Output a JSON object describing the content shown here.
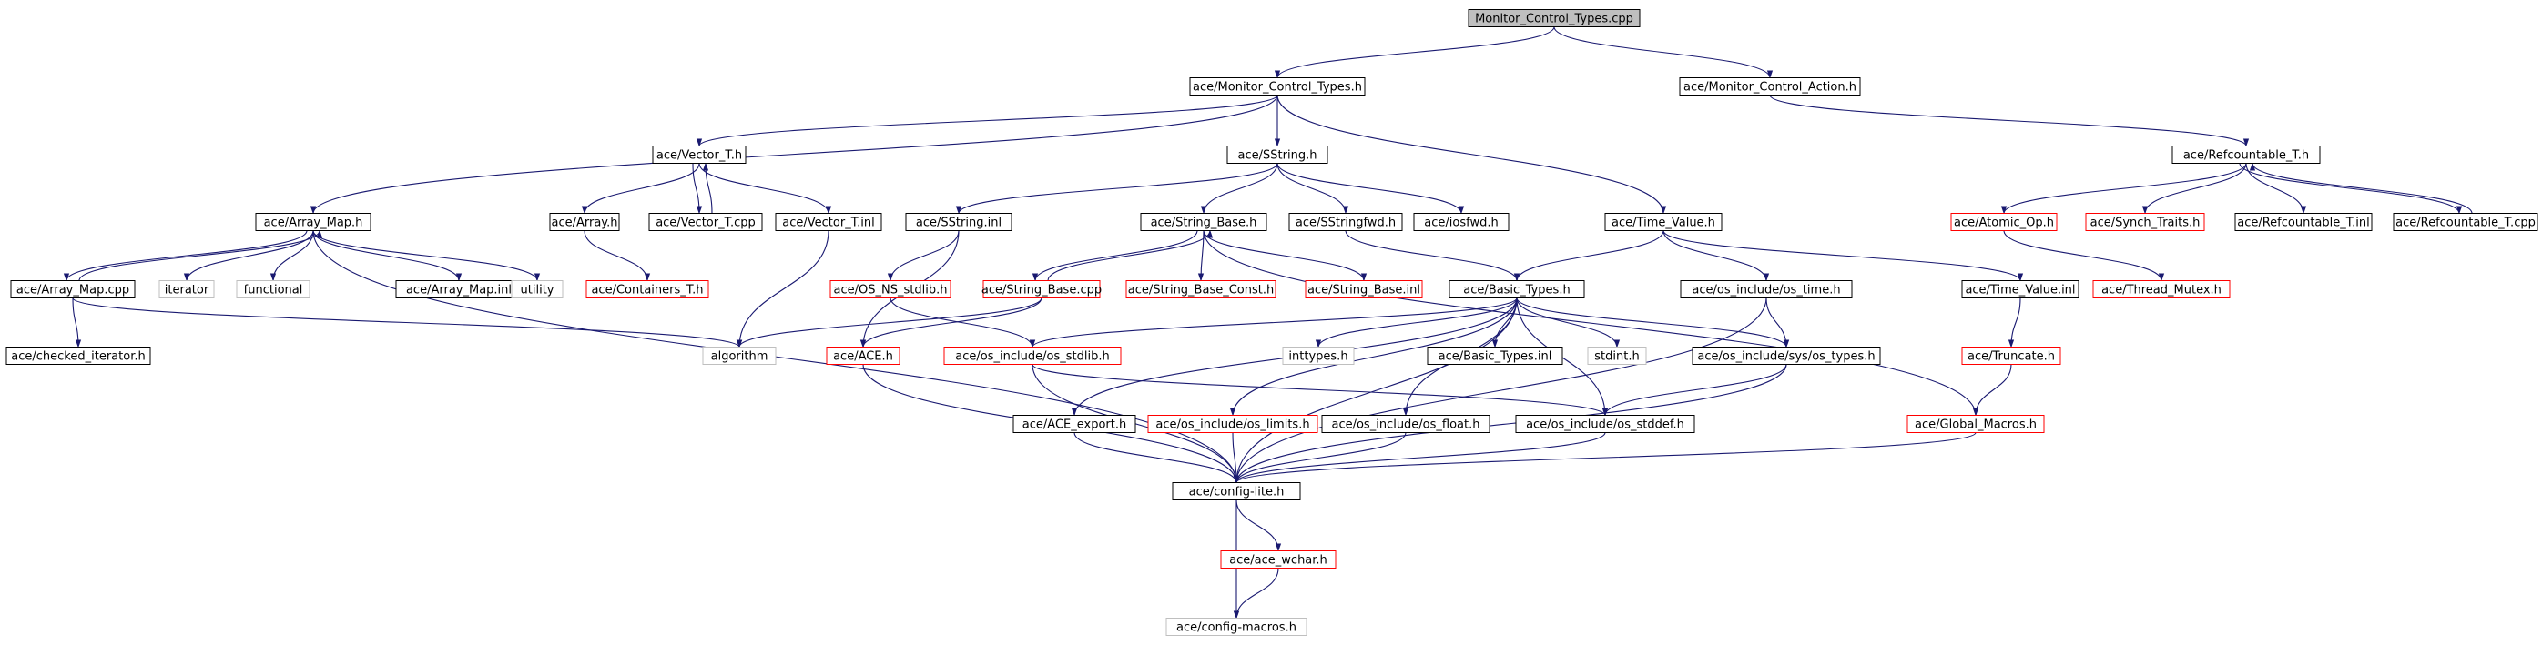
{
  "diagram": {
    "colors": {
      "root_fill": "#bfbfbf",
      "edge": "#191970",
      "normal_border": "#000000",
      "truncated_border": "#ff0000",
      "external_border": "#bfbfbf"
    },
    "nodes": [
      {
        "id": "root",
        "label": "Monitor_Control_Types.cpp",
        "style": "root"
      },
      {
        "id": "mct_h",
        "label": "ace/Monitor_Control_Types.h",
        "style": "normal"
      },
      {
        "id": "mca_h",
        "label": "ace/Monitor_Control_Action.h",
        "style": "normal"
      },
      {
        "id": "vector_h",
        "label": "ace/Vector_T.h",
        "style": "normal"
      },
      {
        "id": "sstring_h",
        "label": "ace/SString.h",
        "style": "normal"
      },
      {
        "id": "refcount_h",
        "label": "ace/Refcountable_T.h",
        "style": "normal"
      },
      {
        "id": "arraymap_h",
        "label": "ace/Array_Map.h",
        "style": "normal"
      },
      {
        "id": "array_h",
        "label": "ace/Array.h",
        "style": "normal"
      },
      {
        "id": "vector_cpp",
        "label": "ace/Vector_T.cpp",
        "style": "normal"
      },
      {
        "id": "vector_inl",
        "label": "ace/Vector_T.inl",
        "style": "normal"
      },
      {
        "id": "sstring_inl",
        "label": "ace/SString.inl",
        "style": "normal"
      },
      {
        "id": "stringbase_h",
        "label": "ace/String_Base.h",
        "style": "normal"
      },
      {
        "id": "sstringfwd_h",
        "label": "ace/SStringfwd.h",
        "style": "normal"
      },
      {
        "id": "iosfwd_h",
        "label": "ace/iosfwd.h",
        "style": "normal"
      },
      {
        "id": "timevalue_h",
        "label": "ace/Time_Value.h",
        "style": "normal"
      },
      {
        "id": "atomicop_h",
        "label": "ace/Atomic_Op.h",
        "style": "truncated"
      },
      {
        "id": "synchtraits_h",
        "label": "ace/Synch_Traits.h",
        "style": "truncated"
      },
      {
        "id": "refcount_inl",
        "label": "ace/Refcountable_T.inl",
        "style": "normal"
      },
      {
        "id": "refcount_cpp",
        "label": "ace/Refcountable_T.cpp",
        "style": "normal"
      },
      {
        "id": "arraymap_cpp",
        "label": "ace/Array_Map.cpp",
        "style": "normal"
      },
      {
        "id": "iterator",
        "label": "iterator",
        "style": "external"
      },
      {
        "id": "functional",
        "label": "functional",
        "style": "external"
      },
      {
        "id": "arraymap_inl",
        "label": "ace/Array_Map.inl",
        "style": "normal"
      },
      {
        "id": "utility",
        "label": "utility",
        "style": "external"
      },
      {
        "id": "containers_h",
        "label": "ace/Containers_T.h",
        "style": "truncated"
      },
      {
        "id": "osns_stdlib_h",
        "label": "ace/OS_NS_stdlib.h",
        "style": "truncated"
      },
      {
        "id": "stringbase_cpp",
        "label": "ace/String_Base.cpp",
        "style": "truncated"
      },
      {
        "id": "stringbaseconst_h",
        "label": "ace/String_Base_Const.h",
        "style": "truncated"
      },
      {
        "id": "stringbase_inl",
        "label": "ace/String_Base.inl",
        "style": "truncated"
      },
      {
        "id": "basictypes_h",
        "label": "ace/Basic_Types.h",
        "style": "normal"
      },
      {
        "id": "os_time_h",
        "label": "ace/os_include/os_time.h",
        "style": "normal"
      },
      {
        "id": "timevalue_inl",
        "label": "ace/Time_Value.inl",
        "style": "normal"
      },
      {
        "id": "threadmutex_h",
        "label": "ace/Thread_Mutex.h",
        "style": "truncated"
      },
      {
        "id": "checkediter_h",
        "label": "ace/checked_iterator.h",
        "style": "normal"
      },
      {
        "id": "algorithm",
        "label": "algorithm",
        "style": "external"
      },
      {
        "id": "ace_h",
        "label": "ace/ACE.h",
        "style": "truncated"
      },
      {
        "id": "os_stdlib_h",
        "label": "ace/os_include/os_stdlib.h",
        "style": "truncated"
      },
      {
        "id": "inttypes_h",
        "label": "inttypes.h",
        "style": "external"
      },
      {
        "id": "basictypes_inl",
        "label": "ace/Basic_Types.inl",
        "style": "normal"
      },
      {
        "id": "stdint_h",
        "label": "stdint.h",
        "style": "external"
      },
      {
        "id": "os_types_h",
        "label": "ace/os_include/sys/os_types.h",
        "style": "normal"
      },
      {
        "id": "truncate_h",
        "label": "ace/Truncate.h",
        "style": "truncated"
      },
      {
        "id": "ace_export_h",
        "label": "ace/ACE_export.h",
        "style": "normal"
      },
      {
        "id": "os_limits_h",
        "label": "ace/os_include/os_limits.h",
        "style": "truncated"
      },
      {
        "id": "os_float_h",
        "label": "ace/os_include/os_float.h",
        "style": "normal"
      },
      {
        "id": "os_stddef_h",
        "label": "ace/os_include/os_stddef.h",
        "style": "normal"
      },
      {
        "id": "globalmacros_h",
        "label": "ace/Global_Macros.h",
        "style": "truncated"
      },
      {
        "id": "configlite_h",
        "label": "ace/config-lite.h",
        "style": "normal"
      },
      {
        "id": "acewchar_h",
        "label": "ace/ace_wchar.h",
        "style": "truncated"
      },
      {
        "id": "configmacros_h",
        "label": "ace/config-macros.h",
        "style": "external"
      }
    ]
  }
}
